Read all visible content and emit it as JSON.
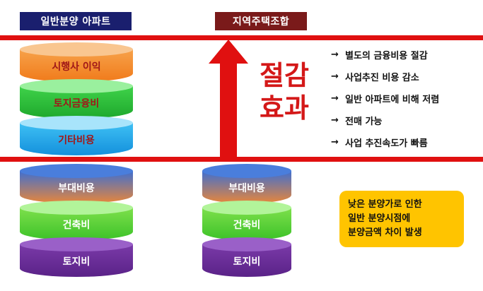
{
  "titles": {
    "left": "일반분양 아파트",
    "right": "지역주택조합"
  },
  "left_stack": {
    "upper": [
      "시행사 이익",
      "토지금융비",
      "기타비용"
    ],
    "lower": [
      "부대비용",
      "건축비",
      "토지비"
    ]
  },
  "right_stack": {
    "lower": [
      "부대비용",
      "건축비",
      "토지비"
    ]
  },
  "effect": {
    "line1": "절감",
    "line2": "효과"
  },
  "bullets": [
    "별도의 금융비용 절감",
    "사업추진 비용 감소",
    "일반 아파트에 비해 저렴",
    "전매 가능",
    "사업 추진속도가 빠름"
  ],
  "bullet_marker": "→",
  "note": {
    "lines": [
      "낮은 분양가로 인한",
      "일반 분양시점에",
      "분양금액 차이 발생"
    ]
  },
  "colors": {
    "accent_red": "#e01010",
    "left_title_bg": "#1a1f6e",
    "right_title_bg": "#7a1a1a",
    "note_bg": "#ffc400"
  }
}
